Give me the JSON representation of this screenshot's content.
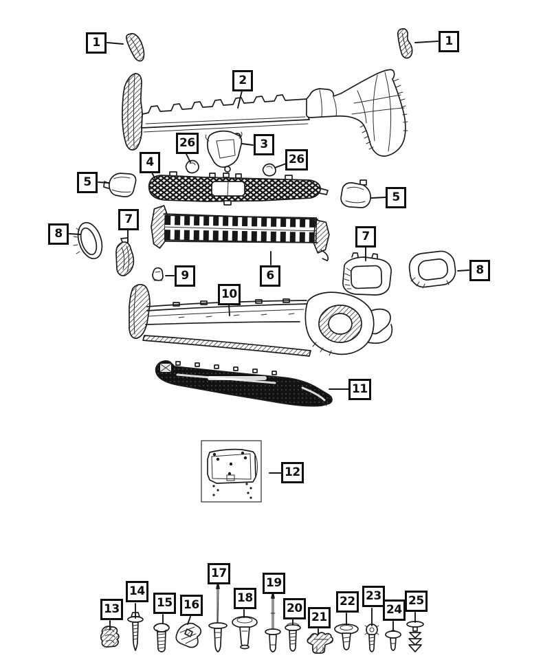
{
  "diagram": {
    "background_color": "#ffffff",
    "ink_color": "#1c1c1c",
    "callouts": [
      {
        "label": "1"
      },
      {
        "label": "1"
      },
      {
        "label": "2"
      },
      {
        "label": "26"
      },
      {
        "label": "3"
      },
      {
        "label": "26"
      },
      {
        "label": "4"
      },
      {
        "label": "5"
      },
      {
        "label": "5"
      },
      {
        "label": "7"
      },
      {
        "label": "8"
      },
      {
        "label": "6"
      },
      {
        "label": "9"
      },
      {
        "label": "7"
      },
      {
        "label": "8"
      },
      {
        "label": "10"
      },
      {
        "label": "11"
      },
      {
        "label": "12"
      },
      {
        "label": "13"
      },
      {
        "label": "14"
      },
      {
        "label": "15"
      },
      {
        "label": "16"
      },
      {
        "label": "17"
      },
      {
        "label": "18"
      },
      {
        "label": "19"
      },
      {
        "label": "20"
      },
      {
        "label": "21"
      },
      {
        "label": "22"
      },
      {
        "label": "23"
      },
      {
        "label": "24"
      },
      {
        "label": "25"
      }
    ]
  }
}
